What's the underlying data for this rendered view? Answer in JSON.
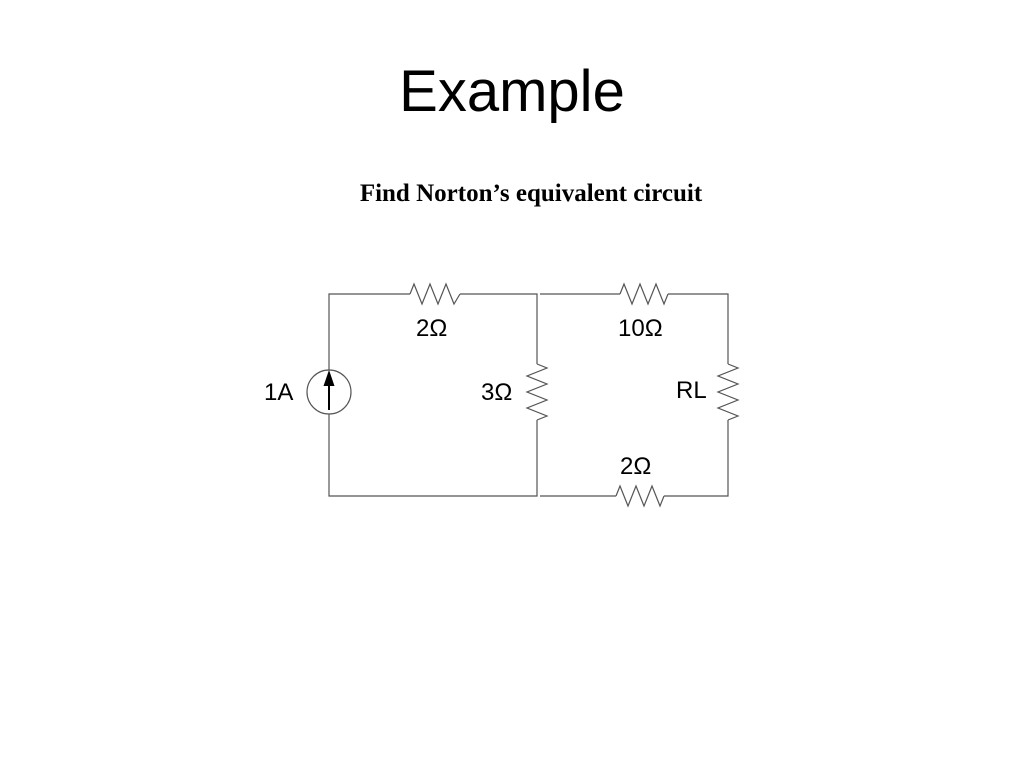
{
  "slide": {
    "title": "Example",
    "subtitle": "Find Norton’s equivalent circuit"
  },
  "circuit": {
    "source_label": "1A",
    "r_top_left_label": "2Ω",
    "r_middle_label": "3Ω",
    "r_top_right_label": "10Ω",
    "r_load_label": "RL",
    "r_bottom_right_label": "2Ω"
  }
}
